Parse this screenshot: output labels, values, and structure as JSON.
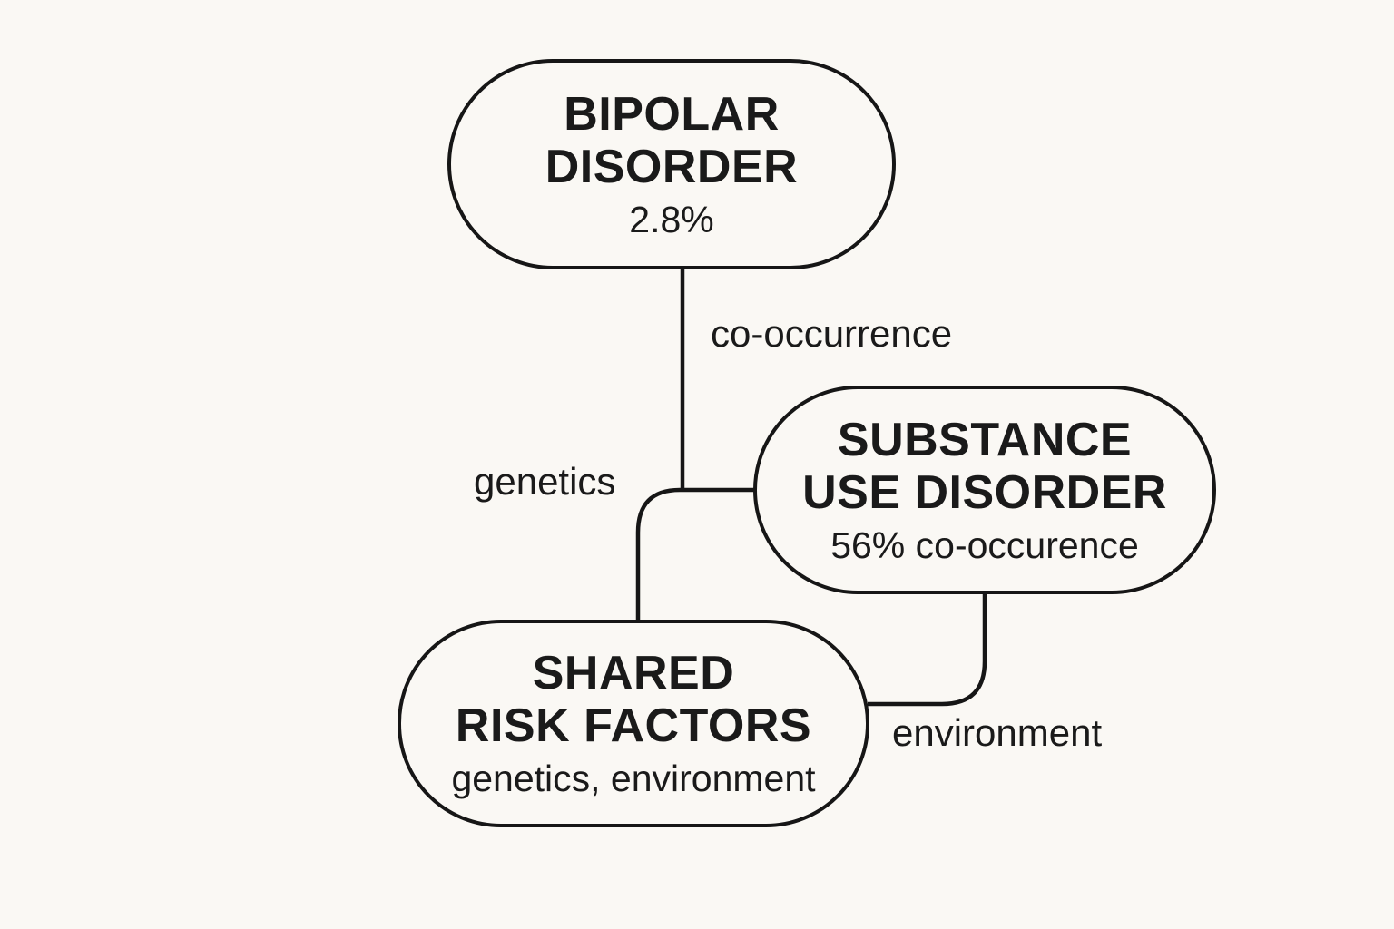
{
  "diagram": {
    "background_color": "#faf8f4",
    "line_color": "#161616",
    "text_color": "#1a1a1a"
  },
  "nodes": {
    "bipolar": {
      "title_line1": "BIPOLAR",
      "title_line2": "DISORDER",
      "subtitle": "2.8%"
    },
    "substance": {
      "title_line1": "SUBSTANCE",
      "title_line2": "USE DISORDER",
      "subtitle": "56% co-occurence"
    },
    "shared": {
      "title_line1": "SHARED",
      "title_line2": "RISK FACTORS",
      "subtitle": "genetics, environment"
    }
  },
  "edge_labels": {
    "co_occurrence": "co-occurrence",
    "genetics": "genetics",
    "environment": "environment"
  }
}
